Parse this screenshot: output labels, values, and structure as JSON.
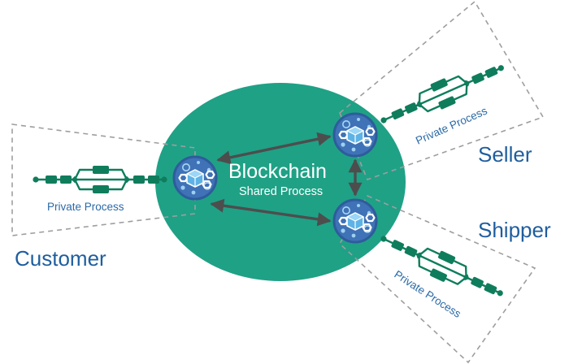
{
  "blockchain": {
    "title": "Blockchain",
    "subtitle": "Shared Process"
  },
  "parties": {
    "customer": "Customer",
    "seller": "Seller",
    "shipper": "Shipper"
  },
  "private_process_label": "Private Process",
  "colors": {
    "ellipse": "#1fa186",
    "node": "#3f72b6",
    "node_ring": "#2e5c9c",
    "pipeline": "#0f7d5c",
    "arrow": "#4d4d4d",
    "dash": "#9e9e9e",
    "party_text": "#1f5e9e",
    "private_text": "#2a6aa8"
  }
}
